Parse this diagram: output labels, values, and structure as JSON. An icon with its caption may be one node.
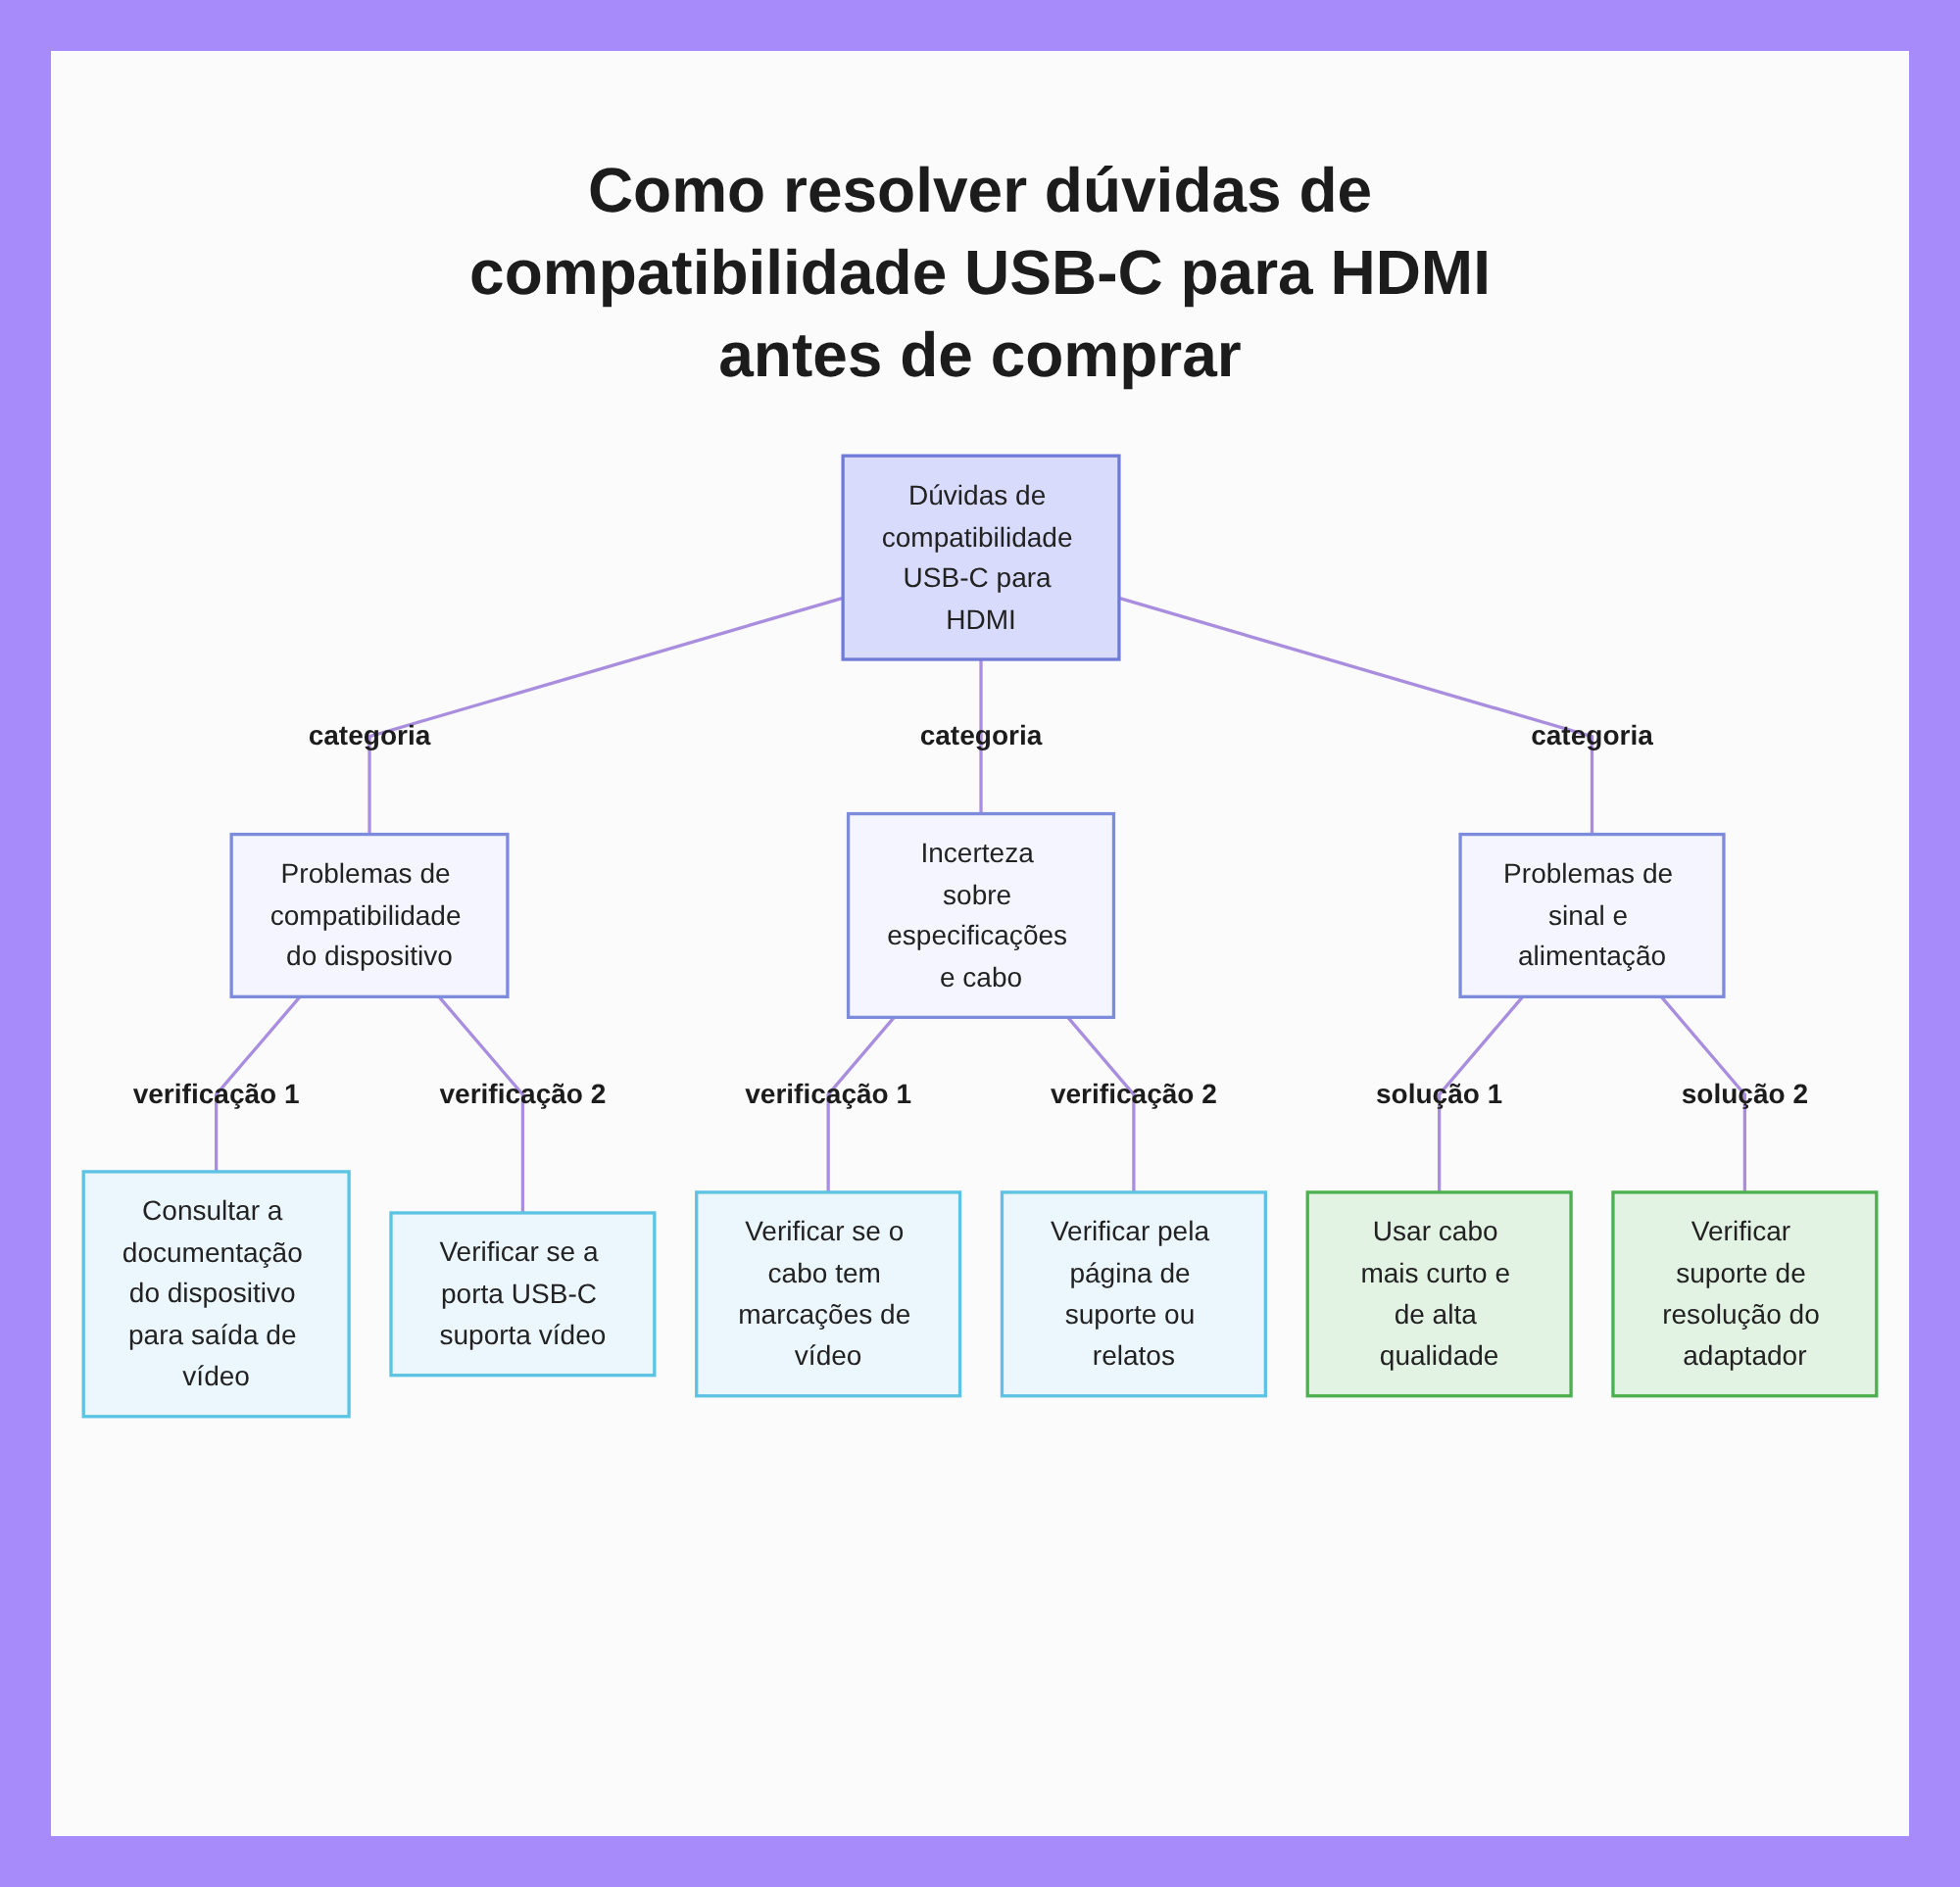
{
  "diagram": {
    "title": "Como resolver dúvidas de compatibilidade USB-C para HDMI antes de comprar",
    "nodes": [
      {
        "text": [
          "Dúvidas de compatibilidade USB-C para HDMI"
        ]
      },
      {
        "text": [
          "Problemas de compatibilidade do dispositivo"
        ]
      },
      {
        "text": [
          "Incerteza sobre especificações e cabo"
        ]
      },
      {
        "text": [
          "Problemas de sinal e alimentação"
        ]
      },
      {
        "text": [
          "Consultar a documentação do dispositivo para saída de vídeo"
        ]
      },
      {
        "text": [
          "Verificar se a porta USB-C suporta vídeo"
        ]
      },
      {
        "text": [
          "Verificar se o cabo tem marcações de vídeo"
        ]
      },
      {
        "text": [
          "Verificar pela página de suporte ou relatos"
        ]
      },
      {
        "text": [
          "Usar cabo mais curto e de alta qualidade"
        ]
      },
      {
        "text": [
          "Verificar suporte de resolução do adaptador"
        ]
      }
    ],
    "edges": [
      {
        "from": 0,
        "to": 1,
        "arrow": "none",
        "label": "categoria"
      },
      {
        "from": 0,
        "to": 2,
        "arrow": "none",
        "label": "categoria"
      },
      {
        "from": 0,
        "to": 3,
        "arrow": "none",
        "label": "categoria"
      },
      {
        "from": 1,
        "to": 4,
        "arrow": "none",
        "label": "verificação 1"
      },
      {
        "from": 1,
        "to": 5,
        "arrow": "none",
        "label": "verificação 2"
      },
      {
        "from": 2,
        "to": 6,
        "arrow": "none",
        "label": "verificação 1"
      },
      {
        "from": 2,
        "to": 7,
        "arrow": "none",
        "label": "verificação 2"
      },
      {
        "from": 3,
        "to": 8,
        "arrow": "none",
        "label": "solução 1"
      },
      {
        "from": 3,
        "to": 9,
        "arrow": "none",
        "label": "solução 2"
      }
    ]
  }
}
